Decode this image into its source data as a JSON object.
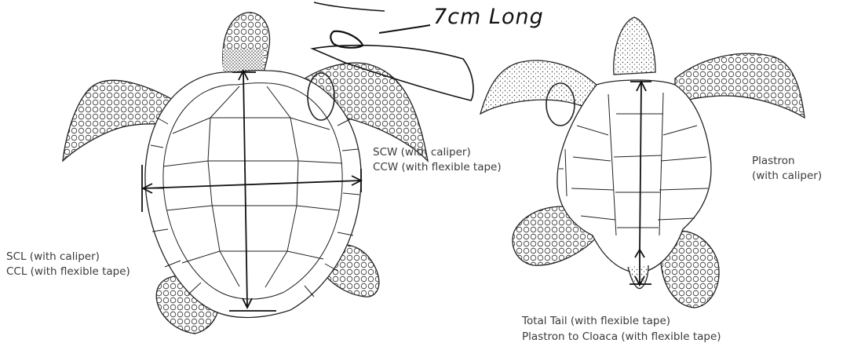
{
  "annotation": {
    "text": "7cm Long"
  },
  "labels": {
    "scw": "SCW (with caliper)",
    "ccw": "CCW (with flexible tape)",
    "scl": "SCL (with caliper)",
    "ccl": "CCL (with flexible tape)",
    "plastron": "Plastron",
    "plastron_tool": "(with caliper)",
    "total_tail": "Total Tail (with flexible tape)",
    "plastron_cloaca": "Plastron to Cloaca (with flexible tape)"
  },
  "colors": {
    "ink": "#222222",
    "label": "#3a3a3a"
  }
}
